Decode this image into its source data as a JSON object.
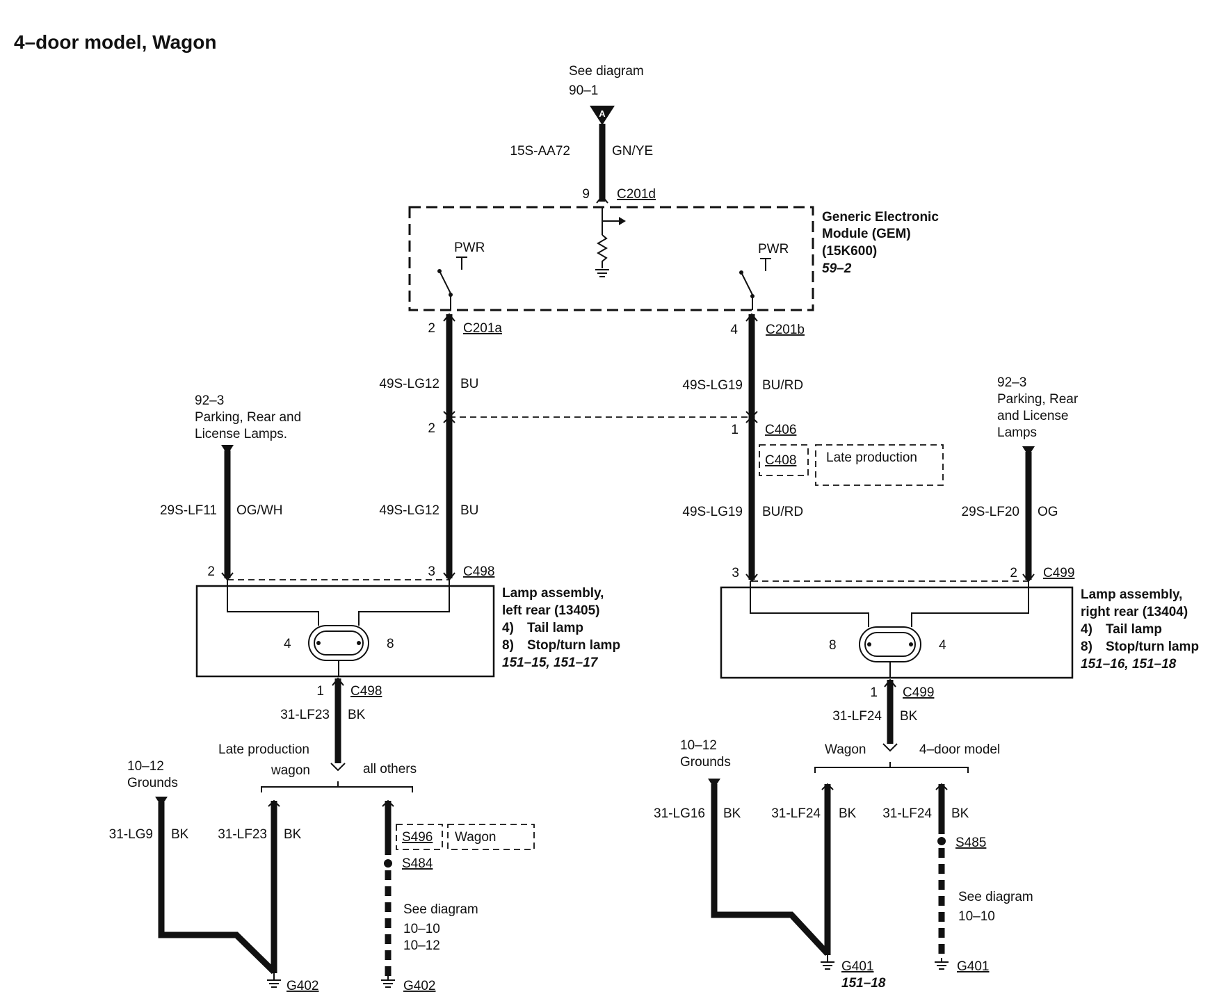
{
  "title": "4–door model, Wagon",
  "top": {
    "see_diagram": "See diagram",
    "ref": "90–1",
    "flag": "A",
    "circuit": "15S-AA72",
    "color": "GN/YE",
    "pin": "9",
    "connector": "C201d"
  },
  "gem": {
    "name_line1": "Generic Electronic",
    "name_line2": "Module (GEM)",
    "part": "(15K600)",
    "ref": "59–2",
    "pwr_left": "PWR",
    "pwr_right": "PWR"
  },
  "left_wire": {
    "pin_top": "2",
    "conn_top": "C201a",
    "circuit1": "49S-LG12",
    "color1": "BU",
    "pin_mid": "2",
    "circuit2": "49S-LG12",
    "color2": "BU"
  },
  "right_wire": {
    "pin_top": "4",
    "conn_top": "C201b",
    "circuit1": "49S-LG19",
    "color1": "BU/RD",
    "pin_mid": "1",
    "conn_mid": "C406",
    "conn_alt": "C408",
    "late_production": "Late production",
    "circuit2": "49S-LG19",
    "color2": "BU/RD"
  },
  "left_feed": {
    "ref": "92–3",
    "desc1": "Parking, Rear and",
    "desc2": "License Lamps.",
    "circuit": "29S-LF11",
    "color": "OG/WH"
  },
  "right_feed": {
    "ref": "92–3",
    "desc1": "Parking, Rear",
    "desc2": "and License",
    "desc3": "Lamps",
    "circuit": "29S-LF20",
    "color": "OG"
  },
  "left_lamp": {
    "pin_a": "2",
    "pin_b": "3",
    "connector": "C498",
    "bulb_left": "4",
    "bulb_right": "8",
    "name1": "Lamp assembly,",
    "name2": "left rear (13405)",
    "item1_num": "4)",
    "item1": "Tail lamp",
    "item2_num": "8)",
    "item2": "Stop/turn lamp",
    "refs": "151–15, 151–17",
    "gnd_pin": "1",
    "gnd_conn": "C498",
    "gnd_circuit": "31-LF23",
    "gnd_color": "BK"
  },
  "right_lamp": {
    "pin_a": "3",
    "pin_b": "2",
    "connector": "C499",
    "bulb_left": "8",
    "bulb_right": "4",
    "name1": "Lamp assembly,",
    "name2": "right rear (13404)",
    "item1_num": "4)",
    "item1": "Tail lamp",
    "item2_num": "8)",
    "item2": "Stop/turn lamp",
    "refs": "151–16, 151–18",
    "gnd_pin": "1",
    "gnd_conn": "C499",
    "gnd_circuit": "31-LF24",
    "gnd_color": "BK"
  },
  "left_ground": {
    "late_production": "Late production",
    "wagon": "wagon",
    "all_others": "all others",
    "grounds_ref": "10–12",
    "grounds": "Grounds",
    "g_circuit1": "31-LG9",
    "g_color1": "BK",
    "g_circuit2": "31-LF23",
    "g_color2": "BK",
    "s496": "S496",
    "wagon_box": "Wagon",
    "s484": "S484",
    "see_diagram": "See diagram",
    "ref1": "10–10",
    "ref2": "10–12",
    "g402_a": "G402",
    "g402_b": "G402"
  },
  "right_ground": {
    "wagon": "Wagon",
    "four_door": "4–door model",
    "grounds_ref": "10–12",
    "grounds": "Grounds",
    "g_circuit1": "31-LG16",
    "g_color1": "BK",
    "g_circuit2": "31-LF24",
    "g_color2": "BK",
    "g_circuit3": "31-LF24",
    "g_color3": "BK",
    "s485": "S485",
    "see_diagram": "See diagram",
    "ref1": "10–10",
    "g401_a": "G401",
    "g401_a_ref": "151–18",
    "g401_b": "G401"
  }
}
